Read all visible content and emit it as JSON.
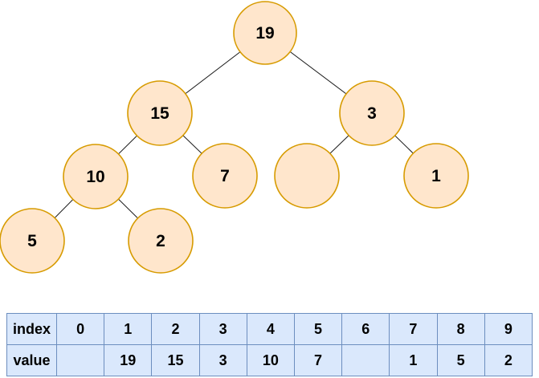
{
  "tree": {
    "nodes": [
      {
        "id": "19",
        "value": "19"
      },
      {
        "id": "15",
        "value": "15"
      },
      {
        "id": "3",
        "value": "3"
      },
      {
        "id": "10",
        "value": "10"
      },
      {
        "id": "7",
        "value": "7"
      },
      {
        "id": "empty",
        "value": ""
      },
      {
        "id": "1",
        "value": "1"
      },
      {
        "id": "5",
        "value": "5"
      },
      {
        "id": "2",
        "value": "2"
      }
    ],
    "edges": [
      {
        "from": "19",
        "to": "15"
      },
      {
        "from": "19",
        "to": "3"
      },
      {
        "from": "15",
        "to": "10"
      },
      {
        "from": "15",
        "to": "7"
      },
      {
        "from": "3",
        "to": "empty"
      },
      {
        "from": "3",
        "to": "1"
      },
      {
        "from": "10",
        "to": "5"
      },
      {
        "from": "10",
        "to": "2"
      }
    ]
  },
  "table": {
    "row_labels": [
      "index",
      "value"
    ],
    "indices": [
      "0",
      "1",
      "2",
      "3",
      "4",
      "5",
      "6",
      "7",
      "8",
      "9"
    ],
    "values": [
      "",
      "19",
      "15",
      "3",
      "10",
      "7",
      "",
      "1",
      "5",
      "2"
    ]
  },
  "colors": {
    "node_fill": "#FFE6CC",
    "node_stroke": "#D79B00",
    "edge": "#1a1a1a",
    "table_fill": "#DAE8FC",
    "table_border": "#6C8EBF",
    "text": "#000000",
    "background": "#ffffff"
  }
}
